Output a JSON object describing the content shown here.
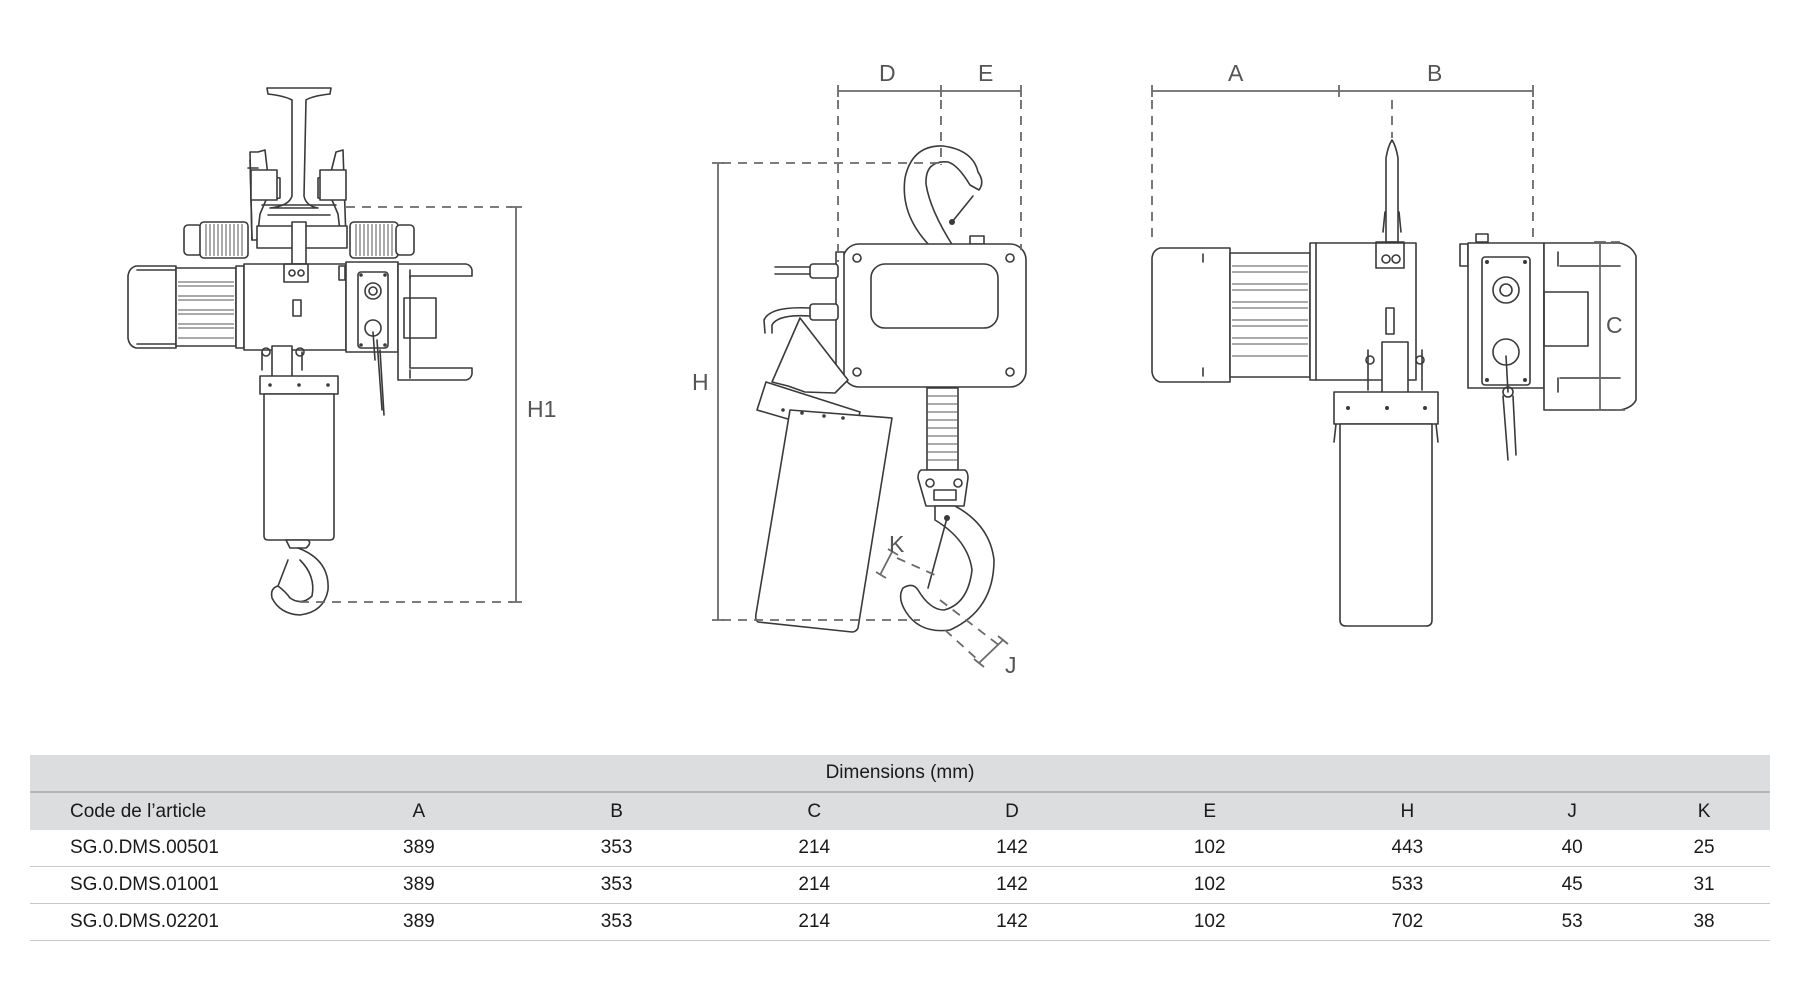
{
  "drawing_labels": {
    "view1": {
      "h1": "H1"
    },
    "view2": {
      "d": "D",
      "e": "E",
      "h": "H",
      "k": "K",
      "j": "J"
    },
    "view3": {
      "a": "A",
      "b": "B",
      "c": "C"
    }
  },
  "table": {
    "title": "Dimensions (mm)",
    "columns": [
      "Code de l’article",
      "A",
      "B",
      "C",
      "D",
      "E",
      "H",
      "J",
      "K"
    ],
    "rows": [
      [
        "SG.0.DMS.00501",
        "389",
        "353",
        "214",
        "142",
        "102",
        "443",
        "40",
        "25"
      ],
      [
        "SG.0.DMS.01001",
        "389",
        "353",
        "214",
        "142",
        "102",
        "533",
        "45",
        "31"
      ],
      [
        "SG.0.DMS.02201",
        "389",
        "353",
        "214",
        "142",
        "102",
        "702",
        "53",
        "38"
      ]
    ]
  }
}
